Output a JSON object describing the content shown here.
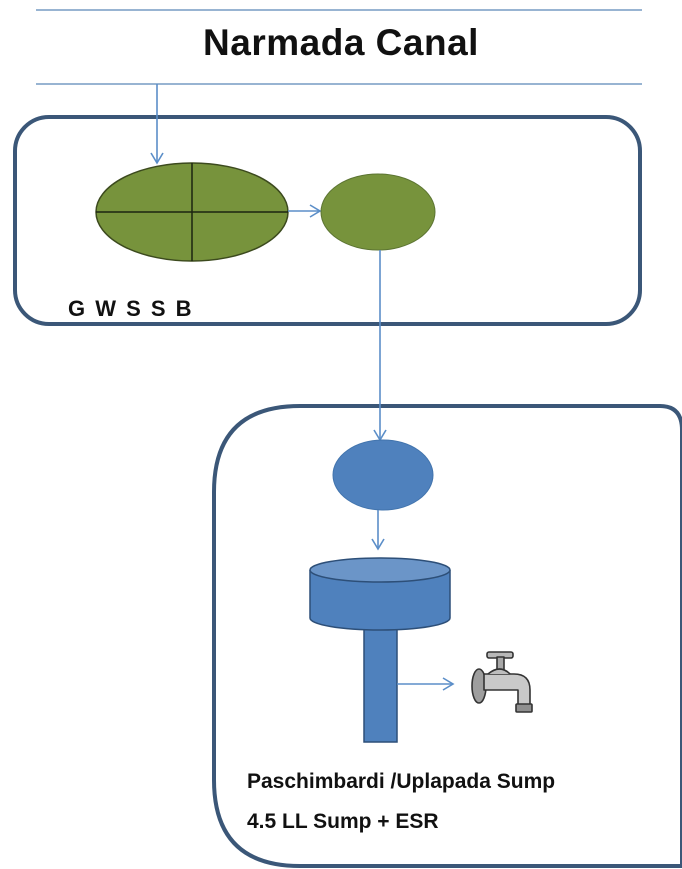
{
  "title": "Narmada Canal",
  "source_block": {
    "label": "G W S S B"
  },
  "destination_block": {
    "line1": "Paschimbardi /Uplapada Sump",
    "line2": "4.5 LL Sump + ESR"
  },
  "icons": {
    "tap": "tap-faucet-icon"
  },
  "colors": {
    "frame_stroke": "#3b5778",
    "rule_line": "#5b86b8",
    "arrow": "#5b8ec8",
    "green_fill": "#77933c",
    "green_stroke": "#3c4a1e",
    "blue_fill": "#4f81bd",
    "blue_stroke": "#2d4f78"
  }
}
